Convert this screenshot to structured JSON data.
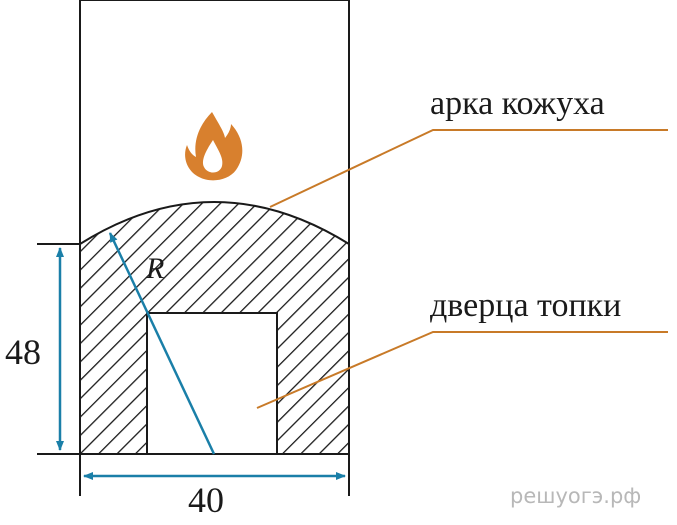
{
  "labels": {
    "arch": "арка кожуха",
    "door": "дверца топки",
    "radius": "R",
    "height": "48",
    "width": "40"
  },
  "watermark": "решуогэ.рф",
  "icons": {
    "fire": "fire-icon"
  },
  "colors": {
    "line": "#1a1a1a",
    "leader": "#c87a28",
    "dimension": "#1a7fa8",
    "flame": "#d8802e",
    "watermark": "#b8b8b8"
  }
}
